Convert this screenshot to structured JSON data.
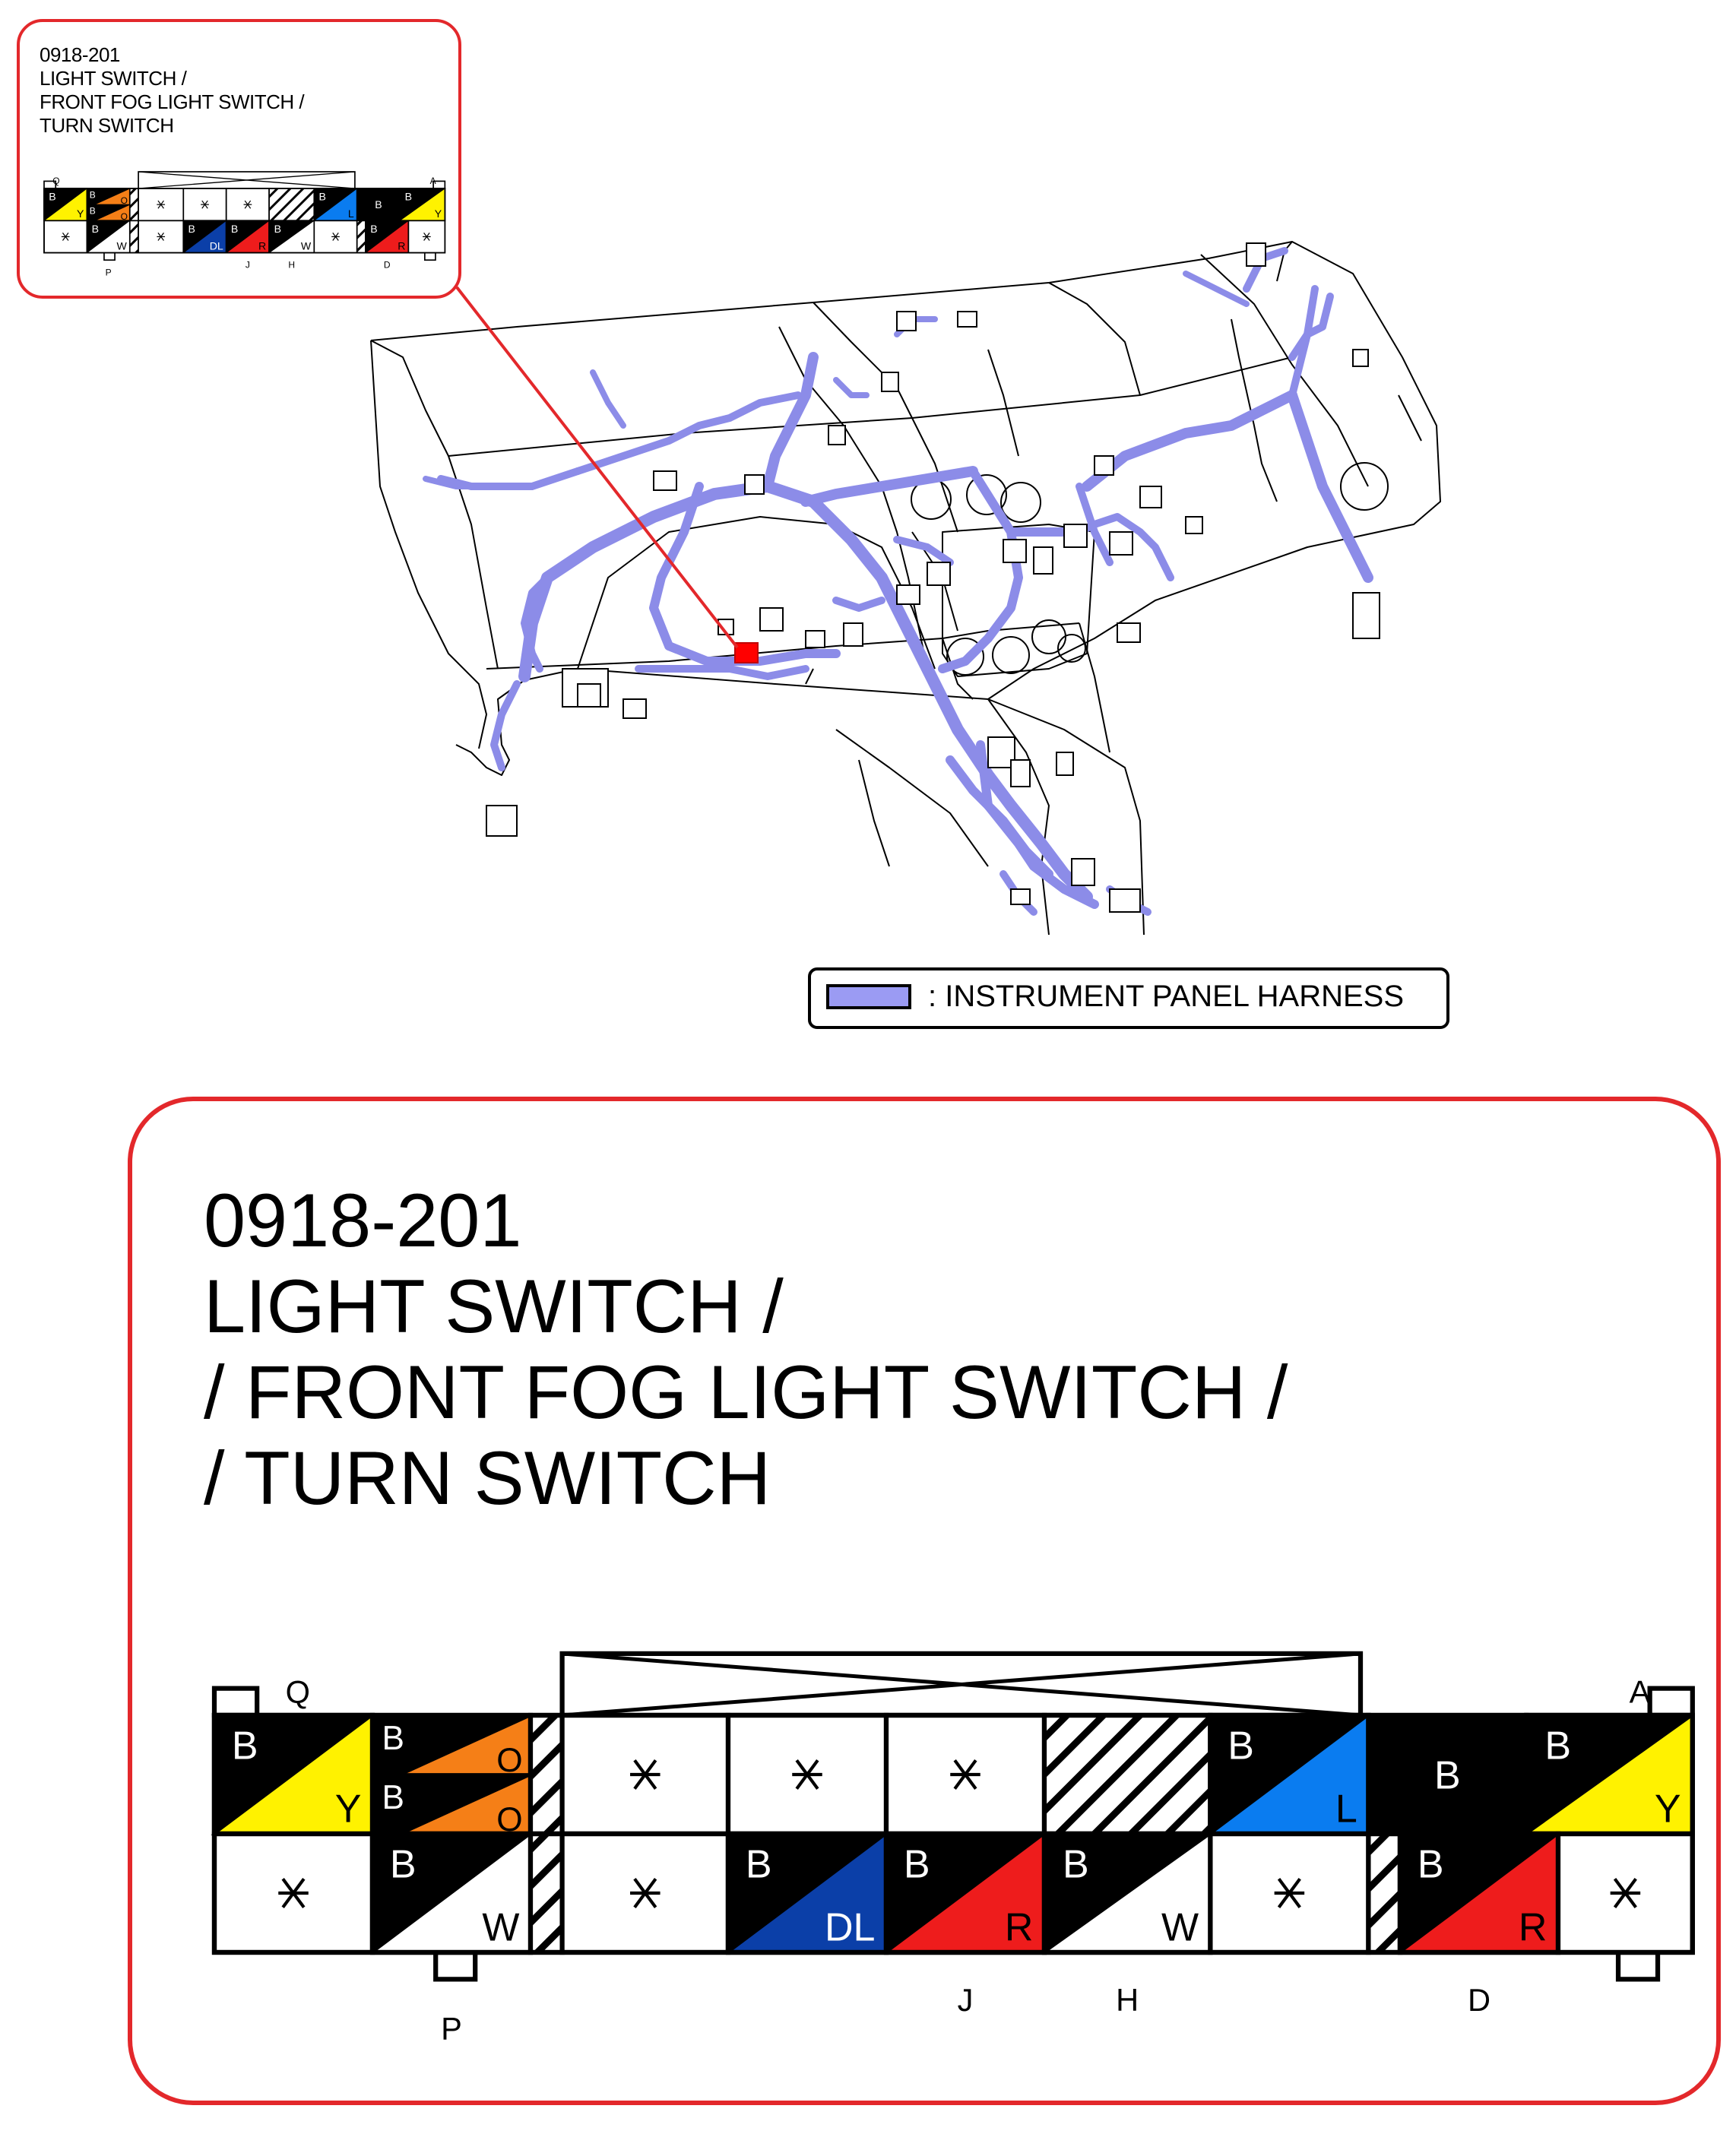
{
  "connector": {
    "code": "0918-201",
    "name_lines": [
      "LIGHT SWITCH /",
      "/ FRONT FOG LIGHT SWITCH /",
      "/ TURN SWITCH"
    ],
    "small_name_lines": [
      "LIGHT SWITCH /",
      "FRONT FOG LIGHT SWITCH /",
      "TURN SWITCH"
    ],
    "position_labels": {
      "Q": "Q",
      "A": "A",
      "P": "P",
      "J": "J",
      "H": "H",
      "D": "D"
    },
    "top_row": [
      {
        "type": "split",
        "upper": "B",
        "lower": "Y",
        "lower_color": "#fff200"
      },
      {
        "type": "double",
        "rows": [
          {
            "upper": "B",
            "lower": "O"
          },
          {
            "upper": "B",
            "lower": "O"
          }
        ],
        "lower_color": "#f57f17"
      },
      {
        "type": "hatch_narrow"
      },
      {
        "type": "empty",
        "mark": "*"
      },
      {
        "type": "empty",
        "mark": "*"
      },
      {
        "type": "empty",
        "mark": "*"
      },
      {
        "type": "hatch"
      },
      {
        "type": "split",
        "upper": "B",
        "lower": "L",
        "lower_color": "#0a7cf0"
      },
      {
        "type": "solid",
        "label": "B",
        "color": "#000000"
      },
      {
        "type": "split",
        "upper": "B",
        "lower": "Y",
        "lower_color": "#fff200"
      }
    ],
    "bottom_row": [
      {
        "type": "empty",
        "mark": "*"
      },
      {
        "type": "split",
        "upper": "B",
        "lower": "W",
        "lower_color": "#ffffff"
      },
      {
        "type": "hatch_narrow"
      },
      {
        "type": "empty",
        "mark": "*"
      },
      {
        "type": "split",
        "upper": "B",
        "lower": "DL",
        "lower_color": "#0b3fa8"
      },
      {
        "type": "split",
        "upper": "B",
        "lower": "R",
        "lower_color": "#ee1c1c"
      },
      {
        "type": "split",
        "upper": "B",
        "lower": "W",
        "lower_color": "#ffffff"
      },
      {
        "type": "empty",
        "mark": "*"
      },
      {
        "type": "hatch_narrow"
      },
      {
        "type": "split",
        "upper": "B",
        "lower": "R",
        "lower_color": "#ee1c1c"
      },
      {
        "type": "empty",
        "mark": "*"
      }
    ]
  },
  "legend": {
    "label": ": INSTRUMENT PANEL HARNESS",
    "swatch_color": "#9b9bf3"
  },
  "colors": {
    "callout_border": "#e3282b",
    "harness": "#9b9bf3",
    "connector_marker": "#ff0000"
  }
}
